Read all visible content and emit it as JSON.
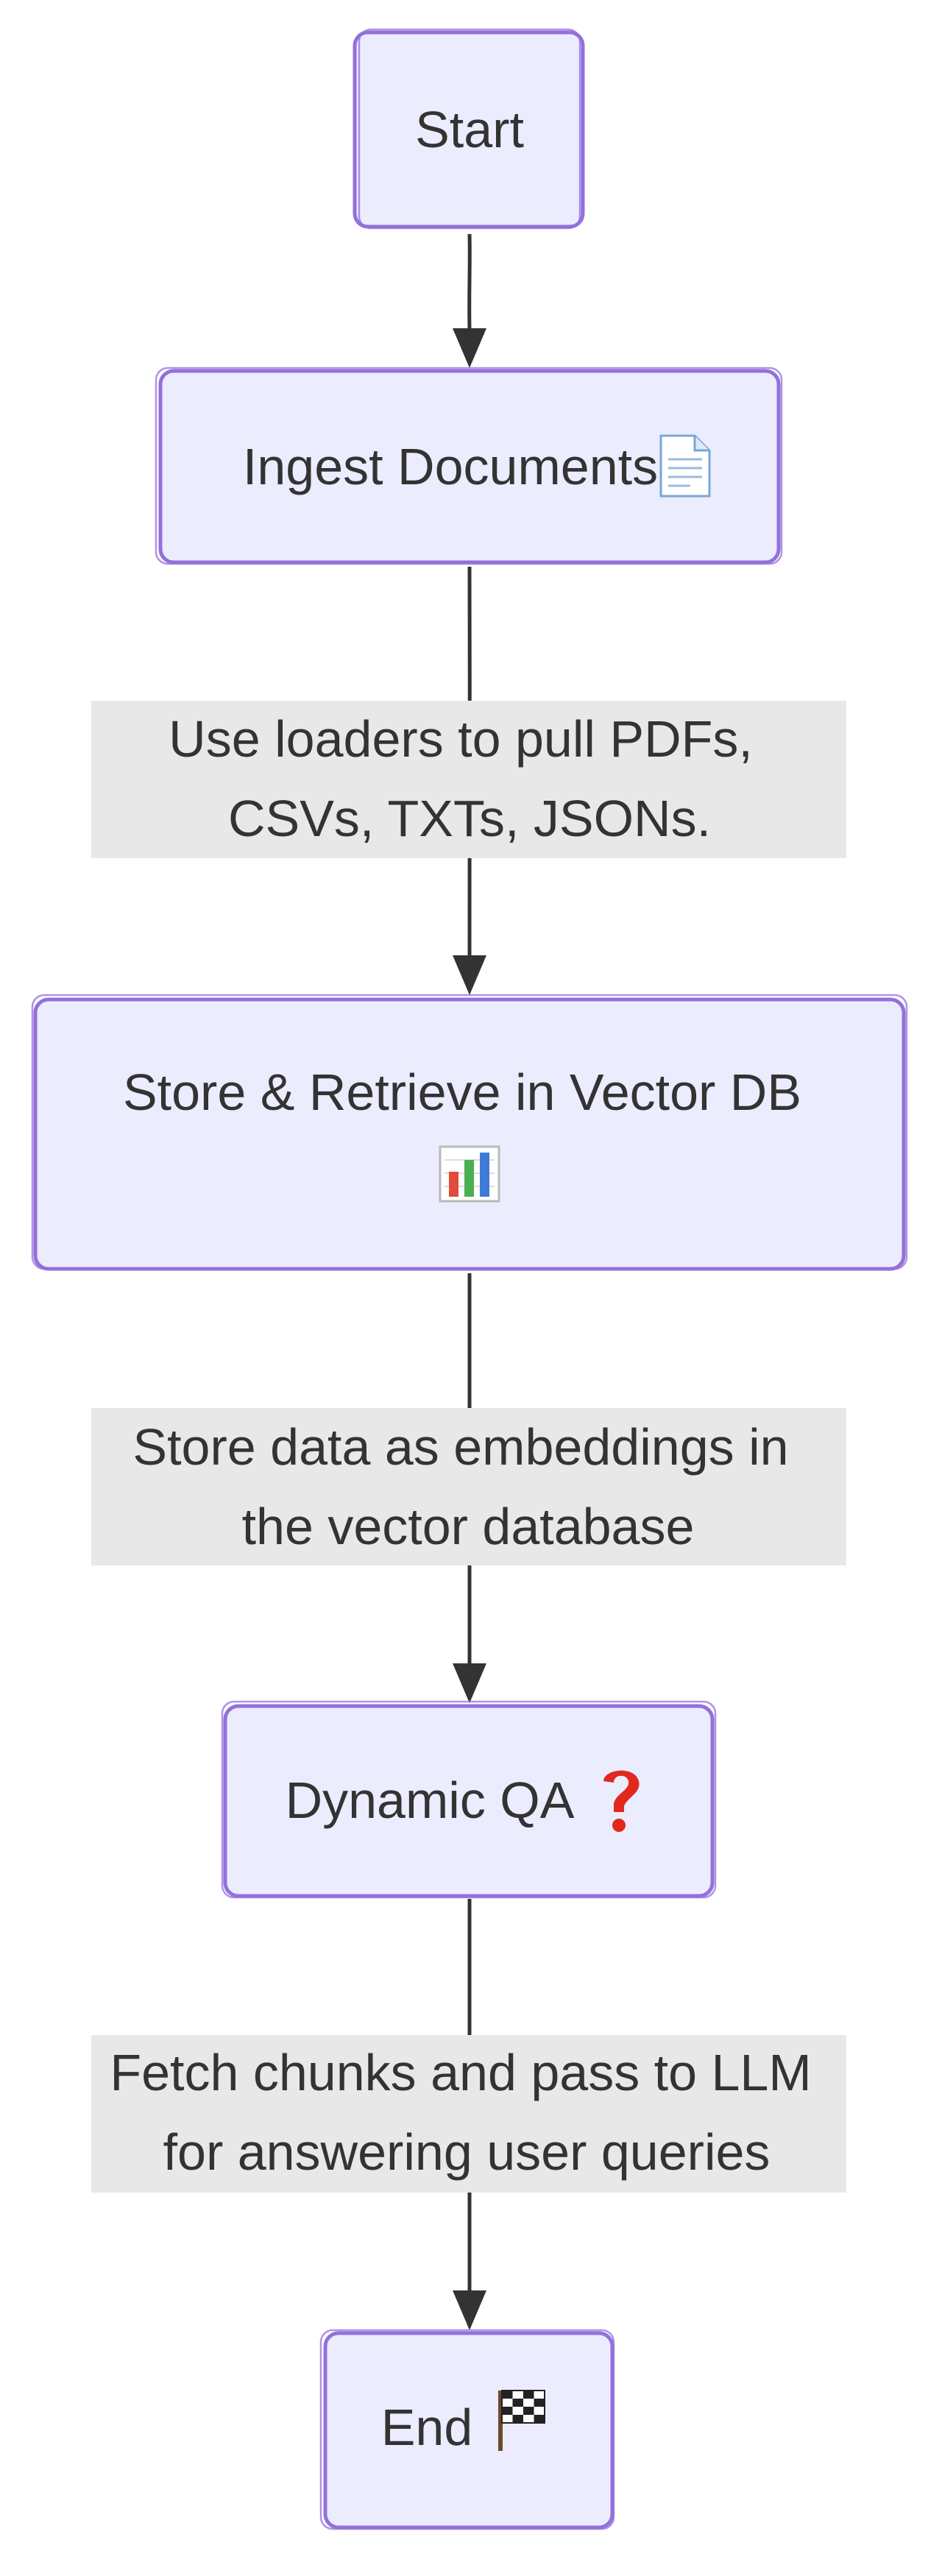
{
  "diagram": {
    "type": "flowchart",
    "direction": "top-to-bottom",
    "colors": {
      "node_fill": "#ECECFF",
      "node_stroke": "#9370DB",
      "edge": "#333333",
      "edge_label_bg": "#E8E8E8",
      "text": "#333333"
    },
    "nodes": {
      "start": {
        "label": "Start"
      },
      "ingest": {
        "label": "Ingest Documents",
        "icon": "document-icon"
      },
      "store": {
        "label_line1": "Store & Retrieve in Vector DB",
        "icon": "bar-chart-icon"
      },
      "qa": {
        "label": "Dynamic QA",
        "icon": "question-mark-icon"
      },
      "end": {
        "label": "End",
        "icon": "checkered-flag-icon"
      }
    },
    "edges": [
      {
        "from": "start",
        "to": "ingest"
      },
      {
        "from": "ingest",
        "to": "store",
        "label": [
          "Use loaders to pull PDFs,",
          "CSVs, TXTs, JSONs."
        ]
      },
      {
        "from": "store",
        "to": "qa",
        "label": [
          "Store data as embeddings in",
          "the vector database"
        ]
      },
      {
        "from": "qa",
        "to": "end",
        "label": [
          "Fetch chunks and pass to LLM",
          "for answering user queries"
        ]
      }
    ]
  }
}
